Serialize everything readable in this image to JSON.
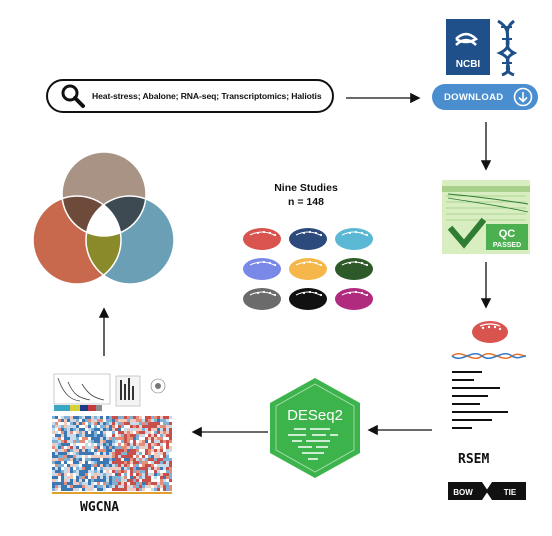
{
  "search": {
    "query": "Heat-stress; Abalone; RNA-seq; Transcriptomics; Haliotis",
    "icon": "search-icon"
  },
  "ncbi": {
    "label": "NCBI",
    "icon": "dna-helix-icon"
  },
  "download": {
    "label": "DOWNLOAD",
    "icon": "download-arrow-icon",
    "color": "#4a8ed0"
  },
  "studies": {
    "title": "Nine Studies",
    "count": "n = 148",
    "colors": [
      "#d9534f",
      "#2c4a7c",
      "#5bb8d4",
      "#7a88e8",
      "#f5b74a",
      "#2e5a2a",
      "#6b6b6b",
      "#111111",
      "#b02a7e"
    ]
  },
  "qc": {
    "line1": "QC",
    "line2": "PASSED",
    "accent": "#4caf50"
  },
  "rsem": {
    "label": "RSEM"
  },
  "bowtie": {
    "left": "BOW",
    "right": "TIE"
  },
  "deseq": {
    "label": "DESeq2",
    "color": "#3cb44b"
  },
  "wgcna": {
    "label": "WGCNA"
  },
  "venn": {
    "colors": [
      "#a89385",
      "#c8694e",
      "#6a9fb5",
      "#6e4a3a",
      "#3e4a52",
      "#8a8a2a"
    ]
  }
}
